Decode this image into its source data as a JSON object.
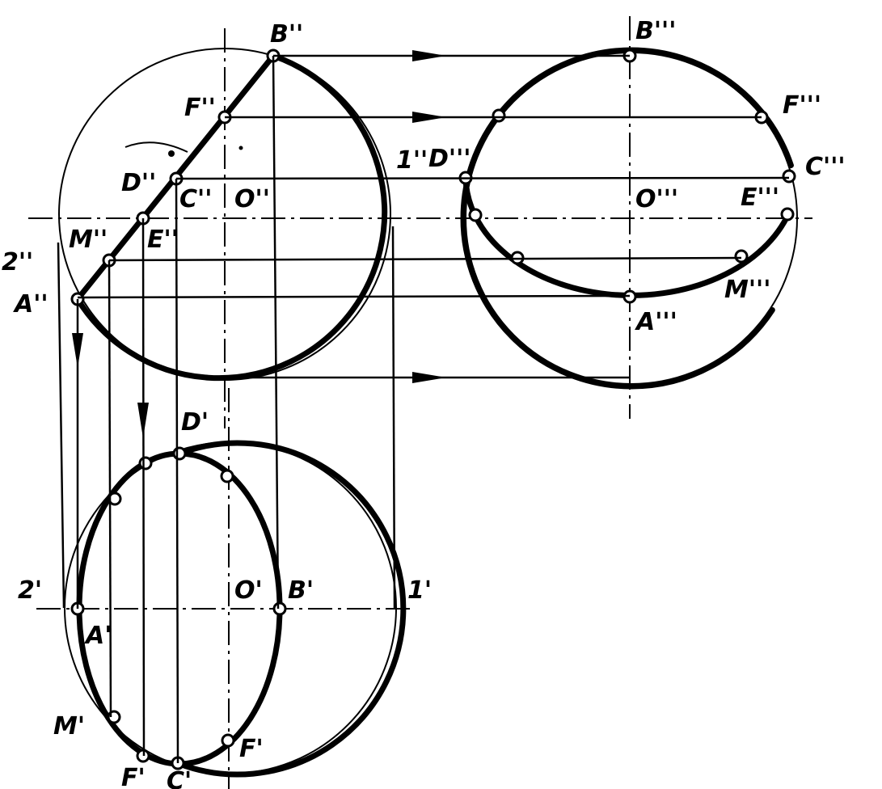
{
  "labels": {
    "B2": "B''",
    "F2": "F''",
    "D2": "D''",
    "C2": "C''",
    "O2": "O''",
    "M2": "M''",
    "E2": "E''",
    "A2": "A''",
    "n2_2": "2''",
    "n1_2": "1''",
    "B3": "B'''",
    "F3": "F'''",
    "D3": "D'''",
    "C3": "C'''",
    "O3": "O'''",
    "E3": "E'''",
    "M3": "M'''",
    "A3": "A'''",
    "D1": "D'",
    "n2_1": "2'",
    "O1": "O'",
    "B1": "B'",
    "n1_1": "1'",
    "A1": "A'",
    "M1": "M'",
    "F1a": "F'",
    "F1b": "F'",
    "C1": "C'"
  },
  "colors": {
    "ink": "#000000",
    "paper": "#ffffff"
  }
}
